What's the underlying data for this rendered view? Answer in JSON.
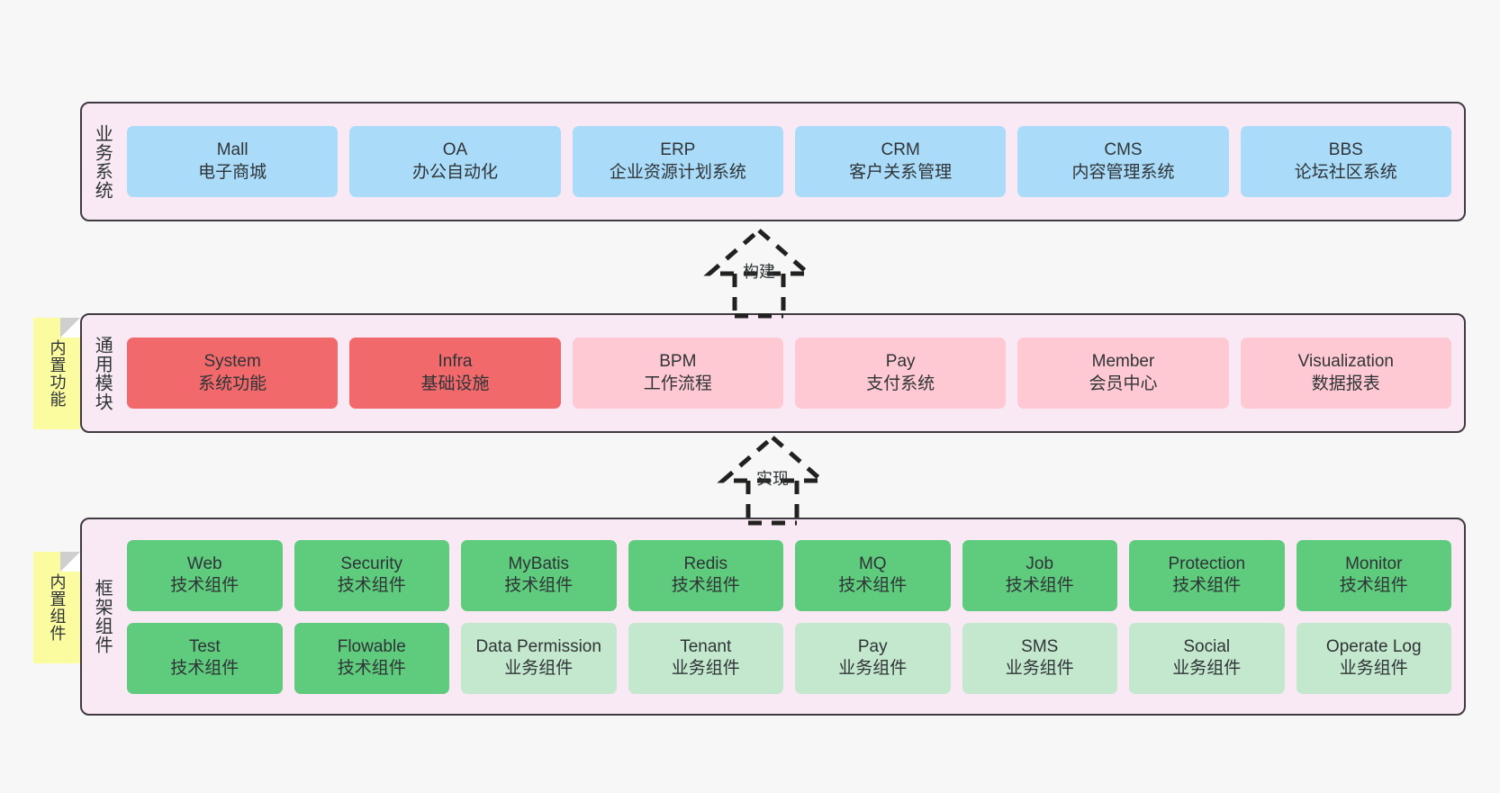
{
  "diagram": {
    "background_color": "#f7f7f7",
    "panel_background": "#f9e9f4",
    "panel_border": "#403a42",
    "note_color": "#fbfba0",
    "colors": {
      "blue": "#aadcfa",
      "red": "#f2696c",
      "pink": "#ffc9d3",
      "green": "#5ecb7d",
      "light_green": "#c4e8ce"
    }
  },
  "notes": [
    {
      "label": "内置功能"
    },
    {
      "label": "内置组件"
    }
  ],
  "arrows": [
    {
      "label": "构建",
      "style": "dashed-hollow-triangle",
      "direction": "up"
    },
    {
      "label": "实现",
      "style": "dashed-hollow-triangle",
      "direction": "up"
    }
  ],
  "panels": [
    {
      "id": "business",
      "label": "业务系统",
      "rows": [
        [
          {
            "title": "Mall",
            "sub": "电子商城",
            "color": "blue"
          },
          {
            "title": "OA",
            "sub": "办公自动化",
            "color": "blue"
          },
          {
            "title": "ERP",
            "sub": "企业资源计划系统",
            "color": "blue"
          },
          {
            "title": "CRM",
            "sub": "客户关系管理",
            "color": "blue"
          },
          {
            "title": "CMS",
            "sub": "内容管理系统",
            "color": "blue"
          },
          {
            "title": "BBS",
            "sub": "论坛社区系统",
            "color": "blue"
          }
        ]
      ]
    },
    {
      "id": "common",
      "label": "通用模块",
      "rows": [
        [
          {
            "title": "System",
            "sub": "系统功能",
            "color": "red"
          },
          {
            "title": "Infra",
            "sub": "基础设施",
            "color": "red"
          },
          {
            "title": "BPM",
            "sub": "工作流程",
            "color": "pink"
          },
          {
            "title": "Pay",
            "sub": "支付系统",
            "color": "pink"
          },
          {
            "title": "Member",
            "sub": "会员中心",
            "color": "pink"
          },
          {
            "title": "Visualization",
            "sub": "数据报表",
            "color": "pink"
          }
        ]
      ]
    },
    {
      "id": "framework",
      "label": "框架组件",
      "rows": [
        [
          {
            "title": "Web",
            "sub": "技术组件",
            "color": "green"
          },
          {
            "title": "Security",
            "sub": "技术组件",
            "color": "green"
          },
          {
            "title": "MyBatis",
            "sub": "技术组件",
            "color": "green"
          },
          {
            "title": "Redis",
            "sub": "技术组件",
            "color": "green"
          },
          {
            "title": "MQ",
            "sub": "技术组件",
            "color": "green"
          },
          {
            "title": "Job",
            "sub": "技术组件",
            "color": "green"
          },
          {
            "title": "Protection",
            "sub": "技术组件",
            "color": "green"
          },
          {
            "title": "Monitor",
            "sub": "技术组件",
            "color": "green"
          }
        ],
        [
          {
            "title": "Test",
            "sub": "技术组件",
            "color": "green"
          },
          {
            "title": "Flowable",
            "sub": "技术组件",
            "color": "green"
          },
          {
            "title": "Data Permission",
            "sub": "业务组件",
            "color": "light_green"
          },
          {
            "title": "Tenant",
            "sub": "业务组件",
            "color": "light_green"
          },
          {
            "title": "Pay",
            "sub": "业务组件",
            "color": "light_green"
          },
          {
            "title": "SMS",
            "sub": "业务组件",
            "color": "light_green"
          },
          {
            "title": "Social",
            "sub": "业务组件",
            "color": "light_green"
          },
          {
            "title": "Operate Log",
            "sub": "业务组件",
            "color": "light_green"
          }
        ]
      ]
    }
  ]
}
